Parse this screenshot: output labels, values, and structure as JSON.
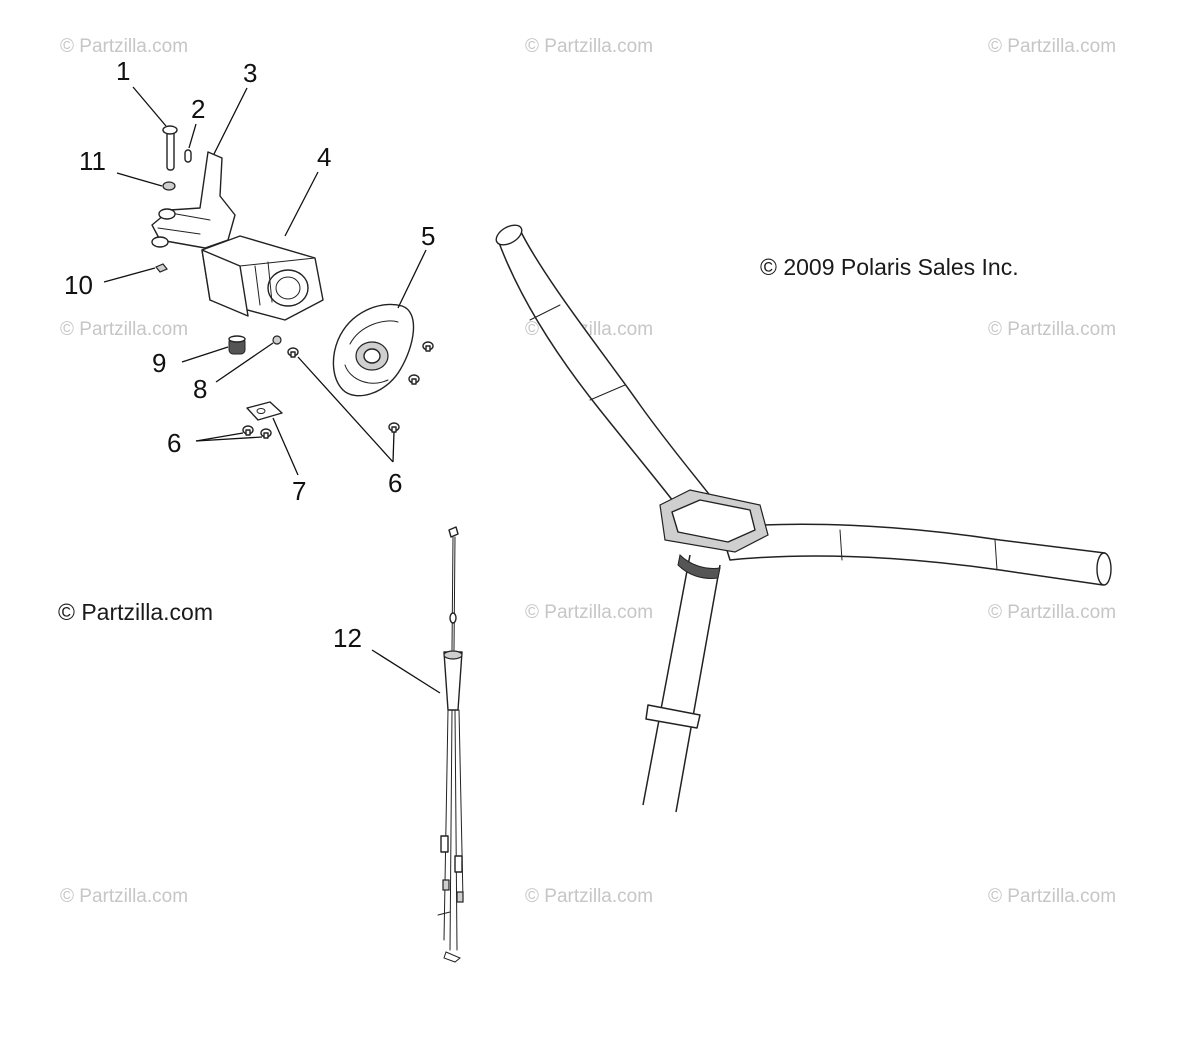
{
  "watermarks": {
    "text": "© Partzilla.com",
    "prominent_text": "© Partzilla.com"
  },
  "copyright": "© 2009 Polaris Sales Inc.",
  "callouts": {
    "c1": "1",
    "c2": "2",
    "c3": "3",
    "c4": "4",
    "c5": "5",
    "c6_left": "6",
    "c6_right": "6",
    "c7": "7",
    "c8": "8",
    "c9": "9",
    "c10": "10",
    "c11": "11",
    "c12": "12"
  },
  "colors": {
    "line": "#222222",
    "watermark": "#c6c6c6",
    "background": "#ffffff"
  }
}
